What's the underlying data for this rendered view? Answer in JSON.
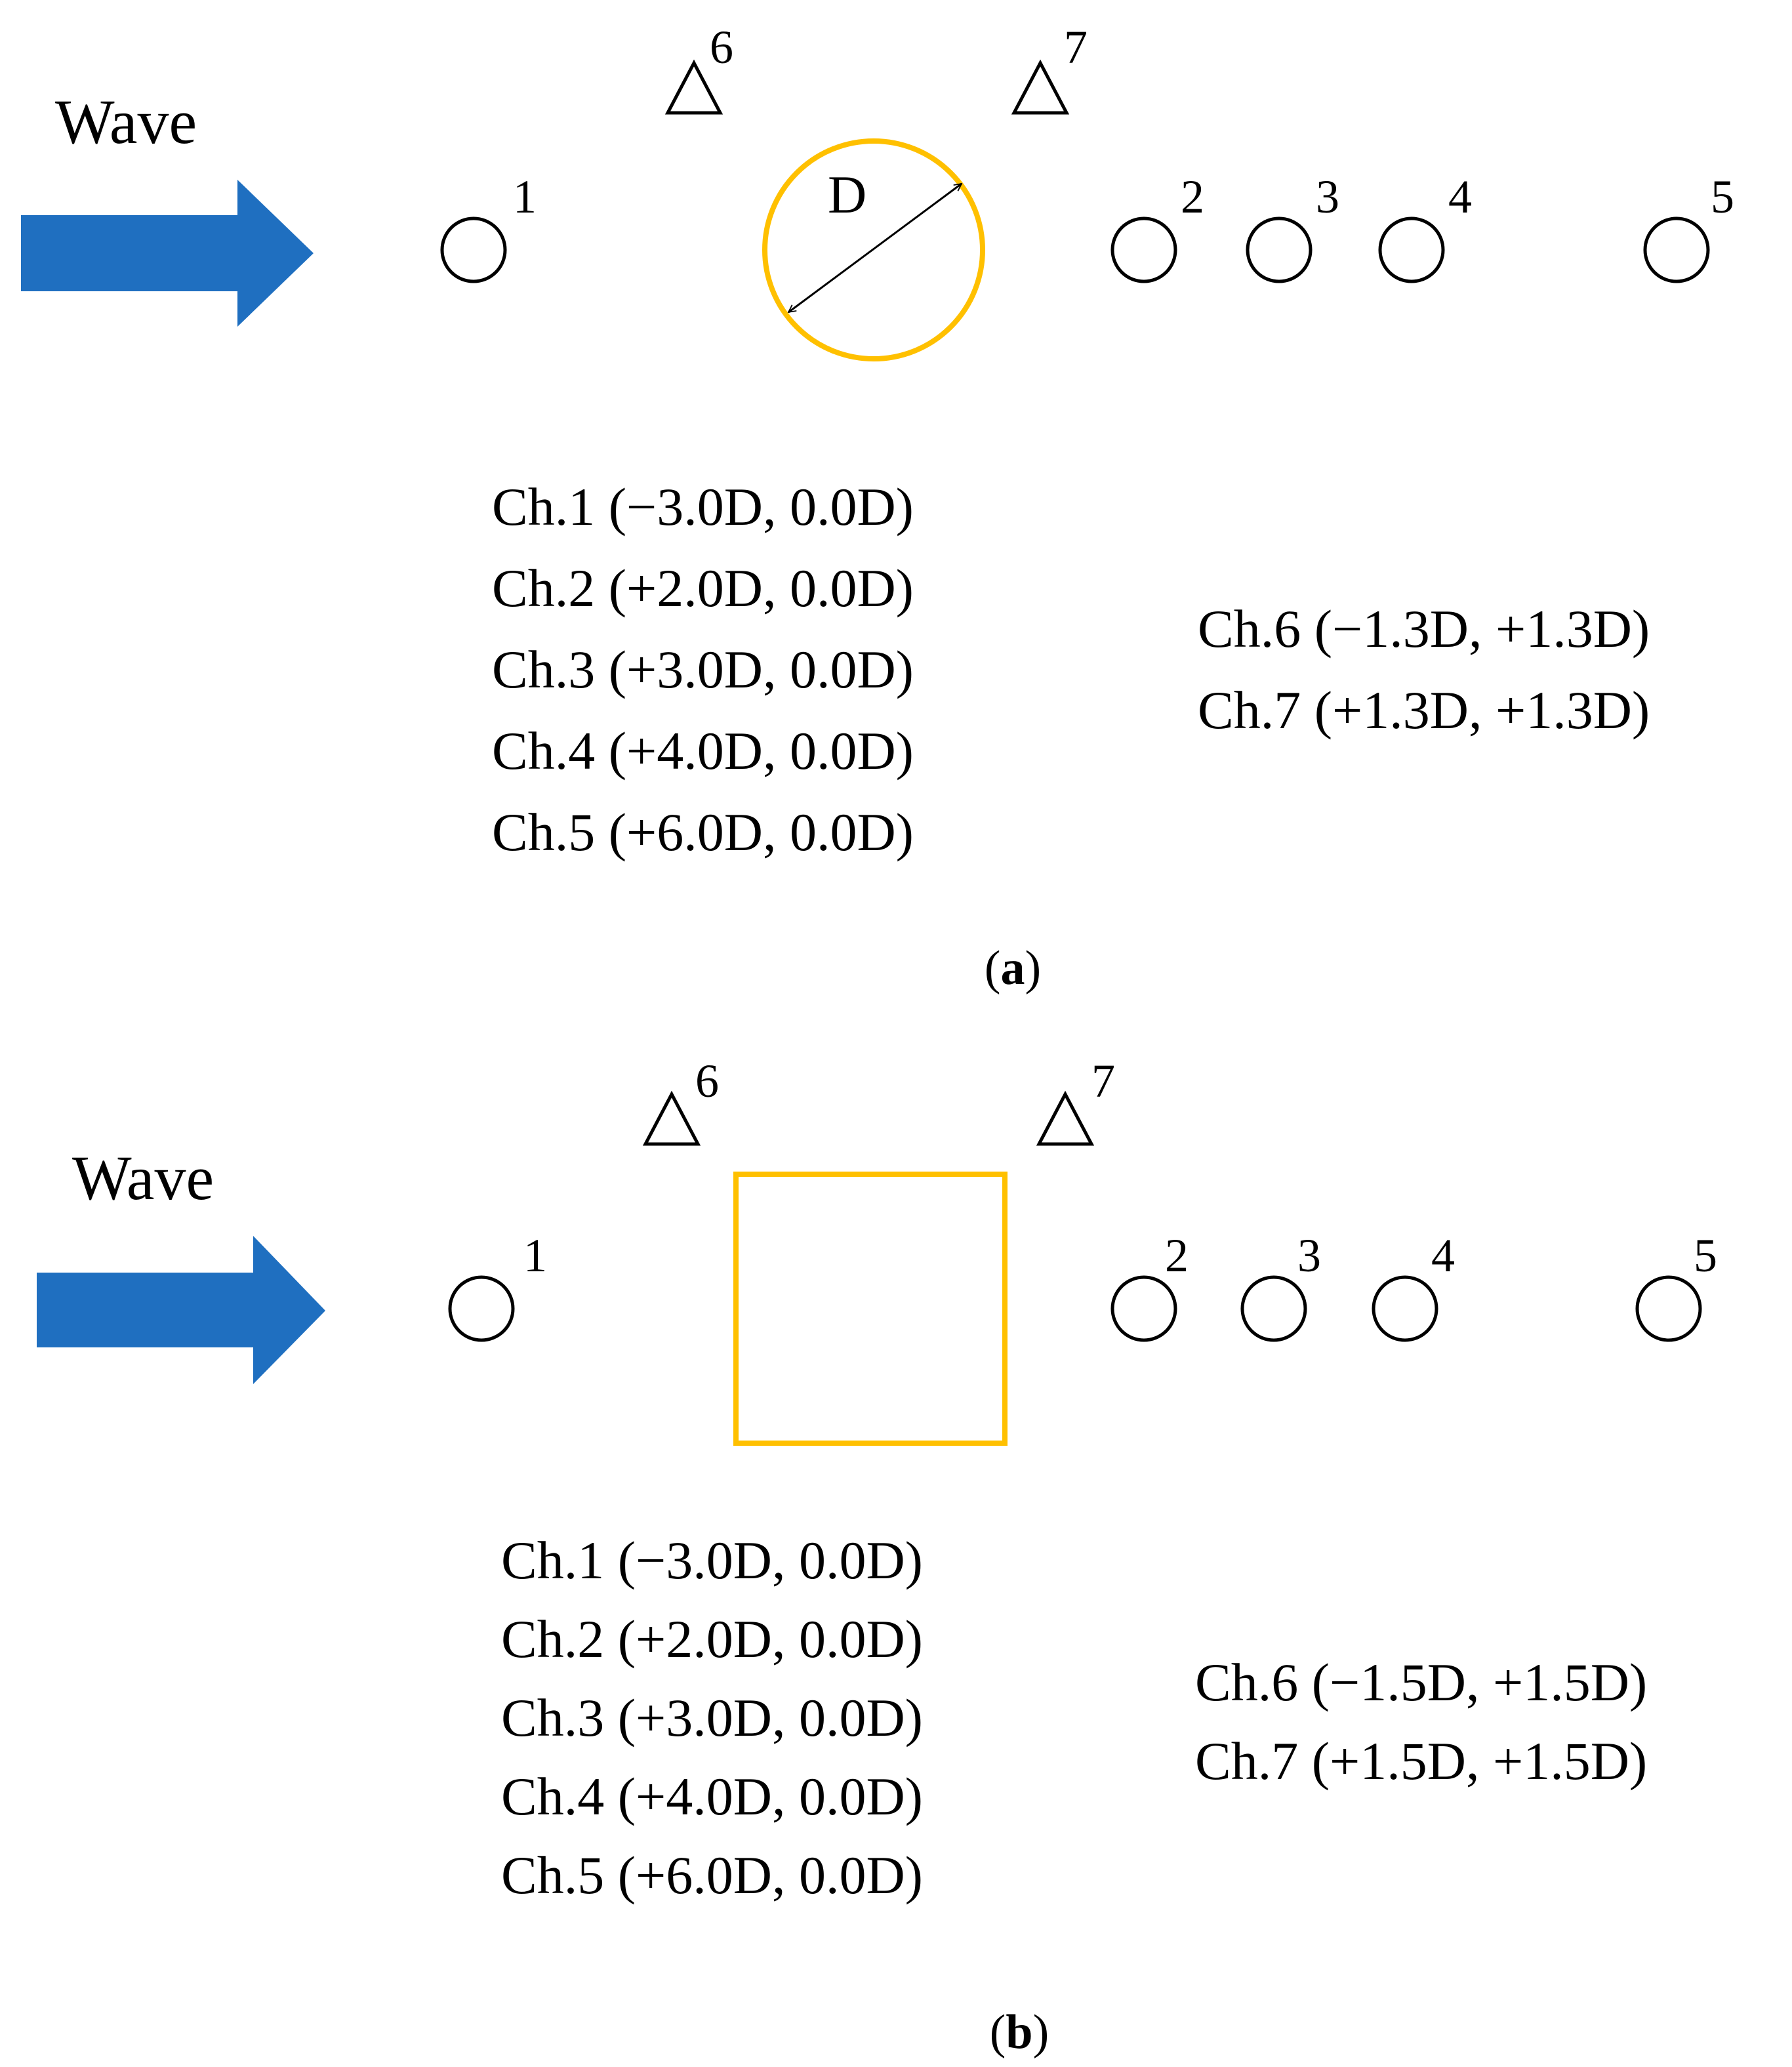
{
  "panels": [
    {
      "id": "a",
      "wave_label": "Wave",
      "structure": "circle",
      "dimension_label": "D",
      "sensors": [
        {
          "num": "1",
          "shape": "circle"
        },
        {
          "num": "2",
          "shape": "circle"
        },
        {
          "num": "3",
          "shape": "circle"
        },
        {
          "num": "4",
          "shape": "circle"
        },
        {
          "num": "5",
          "shape": "circle"
        },
        {
          "num": "6",
          "shape": "triangle"
        },
        {
          "num": "7",
          "shape": "triangle"
        }
      ],
      "coords_left": [
        "Ch.1 (−3.0D, 0.0D)",
        "Ch.2 (+2.0D, 0.0D)",
        "Ch.3 (+3.0D, 0.0D)",
        "Ch.4 (+4.0D, 0.0D)",
        "Ch.5 (+6.0D, 0.0D)"
      ],
      "coords_right": [
        "Ch.6 (−1.3D, +1.3D)",
        "Ch.7 (+1.3D, +1.3D)"
      ],
      "caption_open": "(",
      "caption_letter": "a",
      "caption_close": ")"
    },
    {
      "id": "b",
      "wave_label": "Wave",
      "structure": "square",
      "sensors": [
        {
          "num": "1",
          "shape": "circle"
        },
        {
          "num": "2",
          "shape": "circle"
        },
        {
          "num": "3",
          "shape": "circle"
        },
        {
          "num": "4",
          "shape": "circle"
        },
        {
          "num": "5",
          "shape": "circle"
        },
        {
          "num": "6",
          "shape": "triangle"
        },
        {
          "num": "7",
          "shape": "triangle"
        }
      ],
      "coords_left": [
        "Ch.1 (−3.0D, 0.0D)",
        "Ch.2 (+2.0D, 0.0D)",
        "Ch.3 (+3.0D, 0.0D)",
        "Ch.4 (+4.0D, 0.0D)",
        "Ch.5 (+6.0D, 0.0D)"
      ],
      "coords_right": [
        "Ch.6 (−1.5D, +1.5D)",
        "Ch.7 (+1.5D, +1.5D)"
      ],
      "caption_open": "(",
      "caption_letter": "b",
      "caption_close": ")"
    }
  ],
  "colors": {
    "wave_arrow": "#1f6fc0",
    "structure": "#ffc000",
    "ink": "#000000"
  }
}
